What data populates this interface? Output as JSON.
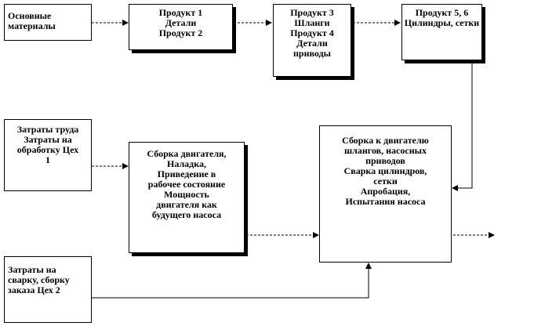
{
  "boxes": {
    "materials": {
      "lines": [
        "Основные",
        "материалы"
      ]
    },
    "products12": {
      "lines": [
        "Продукт 1",
        "Детали",
        "Продукт 2"
      ]
    },
    "products34": {
      "lines": [
        "Продукт 3",
        "Шланги",
        "Продукт 4",
        "Детали",
        "приводы"
      ]
    },
    "products56": {
      "lines": [
        "Продукт 5, 6",
        "Цилиндры,  сетки"
      ]
    },
    "labor": {
      "lines": [
        "Затраты труда",
        "Затраты на",
        "обработку Цех",
        "1"
      ]
    },
    "engine_assembly": {
      "lines": [
        "Сборка двигателя,",
        "Наладка,",
        "Приведение в",
        "рабочее состояние",
        "Мощность",
        "двигателя как",
        "будущего насоса"
      ]
    },
    "final_assembly": {
      "lines": [
        "Сборка к двигателю",
        "шлангов,  насосных",
        "приводов",
        "Сварка цилиндров,",
        "сетки",
        "Апробация,",
        "Испытания насоса"
      ]
    },
    "welding_costs": {
      "lines": [
        "Затраты на",
        "сварку, сборку",
        "заказа Цех 2"
      ]
    }
  }
}
